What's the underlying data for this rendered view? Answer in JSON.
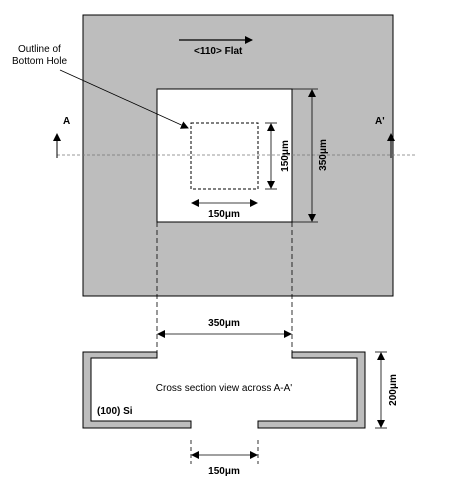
{
  "labels": {
    "flat": "<110> Flat",
    "outline_line1": "Outline of",
    "outline_line2": "Bottom Hole",
    "section_a": "A",
    "section_a_prime": "A'",
    "dim_hole_vertical": "150μm",
    "dim_hole_horizontal": "150μm",
    "dim_window_vertical": "350μm",
    "dim_window_horizontal": "350μm",
    "cross_section": "Cross section view across A-A'",
    "substrate": "(100) Si",
    "dim_thickness": "200μm",
    "dim_bottom_opening": "150μm"
  },
  "colors": {
    "silicon": "#bdbdbd",
    "line": "#000000",
    "background": "#ffffff"
  }
}
